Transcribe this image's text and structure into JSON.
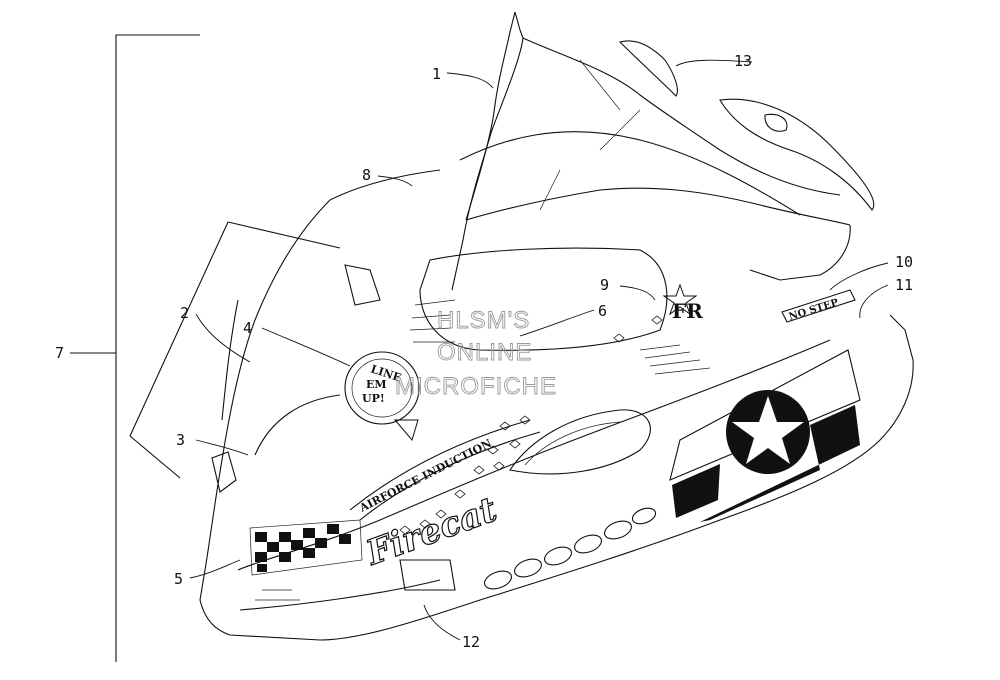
{
  "callouts": {
    "c1": "1",
    "c2": "2",
    "c3": "3",
    "c4": "4",
    "c5": "5",
    "c6": "6",
    "c7": "7",
    "c8": "8",
    "c9": "9",
    "c10": "10",
    "c11": "11",
    "c12": "12",
    "c13": "13"
  },
  "decals": {
    "airforce_induction": "AIRFORCE INDUCTION",
    "no_step": "NO STEP",
    "badge_line1": "LINE",
    "badge_line2": "EM",
    "badge_line3": "UP!",
    "fr_logo": "FR",
    "script_logo": "Firecat"
  },
  "watermark": {
    "line1": "HLSM'S",
    "line2": "ONLINE",
    "line3": "MICROFICHE"
  }
}
